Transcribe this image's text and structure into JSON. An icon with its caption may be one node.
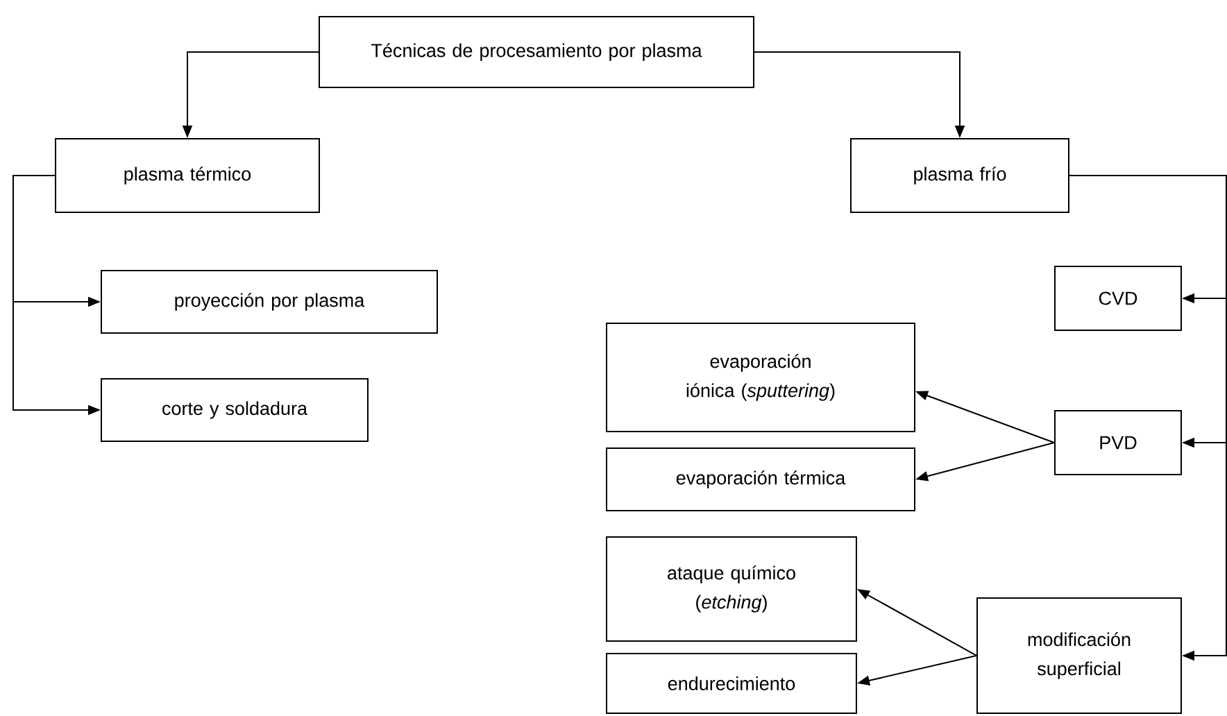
{
  "diagram": {
    "nodes": [
      {
        "text": [
          "Técnicas de procesamiento por plasma"
        ]
      },
      {
        "text": [
          "plasma térmico"
        ]
      },
      {
        "text": [
          "plasma frío"
        ]
      },
      {
        "text": [
          "proyección por plasma"
        ]
      },
      {
        "text": [
          "corte y soldadura"
        ]
      },
      {
        "text": [
          "evaporación iónica (*sputtering*)"
        ]
      },
      {
        "text": [
          "evaporación térmica"
        ]
      },
      {
        "text": [
          "CVD"
        ]
      },
      {
        "text": [
          "PVD"
        ]
      },
      {
        "text": [
          "ataque químico (*etching*)"
        ]
      },
      {
        "text": [
          "endurecimiento"
        ]
      },
      {
        "text": [
          "modificación superficial"
        ]
      }
    ],
    "edges": [
      {
        "from": 0,
        "to": 1,
        "arrow": "to"
      },
      {
        "from": 0,
        "to": 2,
        "arrow": "to"
      },
      {
        "from": 1,
        "to": 3,
        "arrow": "to"
      },
      {
        "from": 1,
        "to": 4,
        "arrow": "to"
      },
      {
        "from": 2,
        "to": 7,
        "arrow": "to"
      },
      {
        "from": 2,
        "to": 8,
        "arrow": "to"
      },
      {
        "from": 2,
        "to": 11,
        "arrow": "to"
      },
      {
        "from": 8,
        "to": 5,
        "arrow": "to"
      },
      {
        "from": 8,
        "to": 6,
        "arrow": "to"
      },
      {
        "from": 11,
        "to": 9,
        "arrow": "to"
      },
      {
        "from": 11,
        "to": 10,
        "arrow": "to"
      }
    ]
  }
}
